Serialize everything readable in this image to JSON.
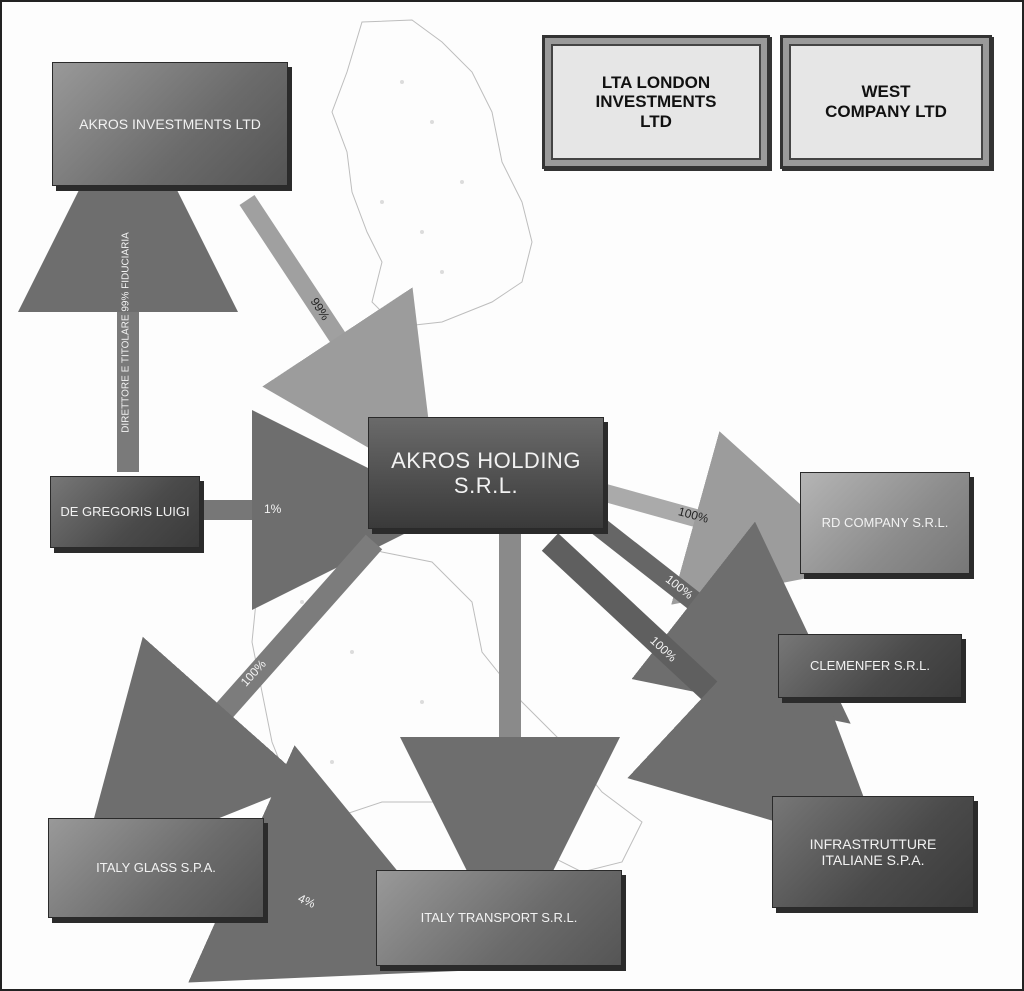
{
  "colors": {
    "box_dark": "#4a4a4a",
    "box_light": "#8c8c8c",
    "frame_fill": "#e6e6e6",
    "arrow": "#6e6e6e"
  },
  "nodes": {
    "akros_investments": "AKROS INVESTMENTS LTD",
    "lta_london": "LTA LONDON INVESTMENTS LTD",
    "west_company": "WEST COMPANY LTD",
    "de_gregoris": "DE GREGORIS LUIGI",
    "akros_holding": "AKROS HOLDING S.R.L.",
    "rd_company": "RD COMPANY S.R.L.",
    "clemenfer": "CLEMENFER S.R.L.",
    "infrastrutture": "INFRASTRUTTURE ITALIANE S.P.A.",
    "italy_glass": "ITALY GLASS S.P.A.",
    "italy_transport": "ITALY TRANSPORT S.R.L."
  },
  "edges": {
    "vertical_label": "DIRETTORE E TITOLARE 99% FIDUCIARIA",
    "investments_to_holding": "99%",
    "gregoris_to_holding": "1%",
    "holding_to_rd": "100%",
    "holding_to_clemenfer": "100%",
    "holding_to_infrastrutture": "100%",
    "holding_to_italy_glass": "100%",
    "italy_glass_to_transport": "4%"
  }
}
